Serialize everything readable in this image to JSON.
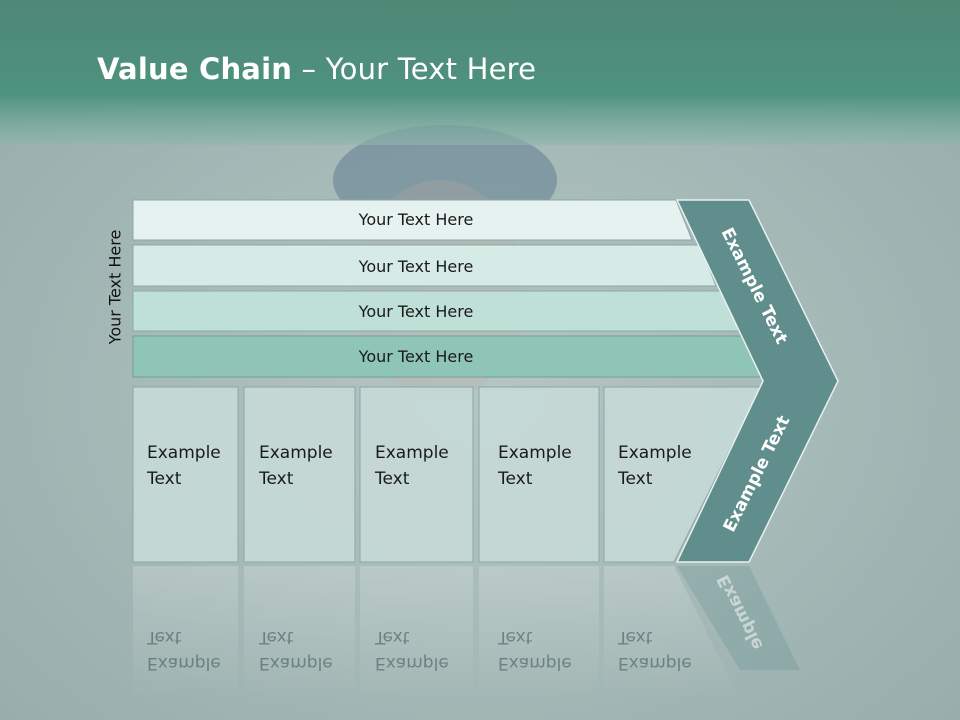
{
  "title": {
    "bold": "Value Chain",
    "rest": " – Your Text Here"
  },
  "side_label": "Your Text Here",
  "bars": [
    {
      "label": "Your Text Here"
    },
    {
      "label": "Your Text Here"
    },
    {
      "label": "Your Text Here"
    },
    {
      "label": "Your Text Here"
    }
  ],
  "boxes": [
    {
      "line1": "Example",
      "line2": "Text"
    },
    {
      "line1": "Example",
      "line2": "Text"
    },
    {
      "line1": "Example",
      "line2": "Text"
    },
    {
      "line1": "Example",
      "line2": "Text"
    },
    {
      "line1": "Example",
      "line2": "Text"
    }
  ],
  "chevron": {
    "upper_label": "Example Text",
    "lower_label": "Example Text"
  },
  "reflection": {
    "box_line1": "Example",
    "box_line2": "Text",
    "chevron_text": "Example"
  },
  "colors": {
    "header": "#4f8d7c",
    "chevron": "#5f8e8c",
    "bar_light": "#e6f2ef",
    "bar_dark": "#8fc5b6",
    "box": "#c5d9d6"
  }
}
